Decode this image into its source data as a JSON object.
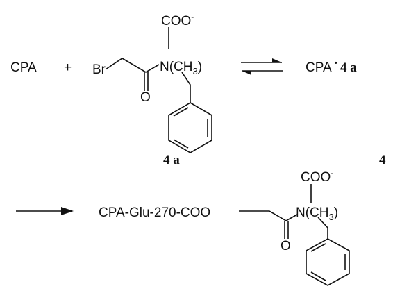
{
  "reaction": {
    "reactant_enzyme": "CPA",
    "plus": "+",
    "bromo": "Br",
    "carbonyl_o": "O",
    "carboxylate": {
      "main": "COO",
      "charge": "-"
    },
    "amine": {
      "main": "N(CH",
      "sub": "3",
      "close": ")"
    },
    "complex": {
      "enzyme": "CPA",
      "dot": "·",
      "compound": "4 a"
    },
    "compound_label": "4 a",
    "scheme_number": "4",
    "product_prefix": "CPA-Glu-270-COO",
    "product_carbonyl_o": "O",
    "product_carboxylate": {
      "main": "COO",
      "charge": "-"
    },
    "product_amine": {
      "main": "N(CH",
      "sub": "3",
      "close": ")"
    }
  }
}
